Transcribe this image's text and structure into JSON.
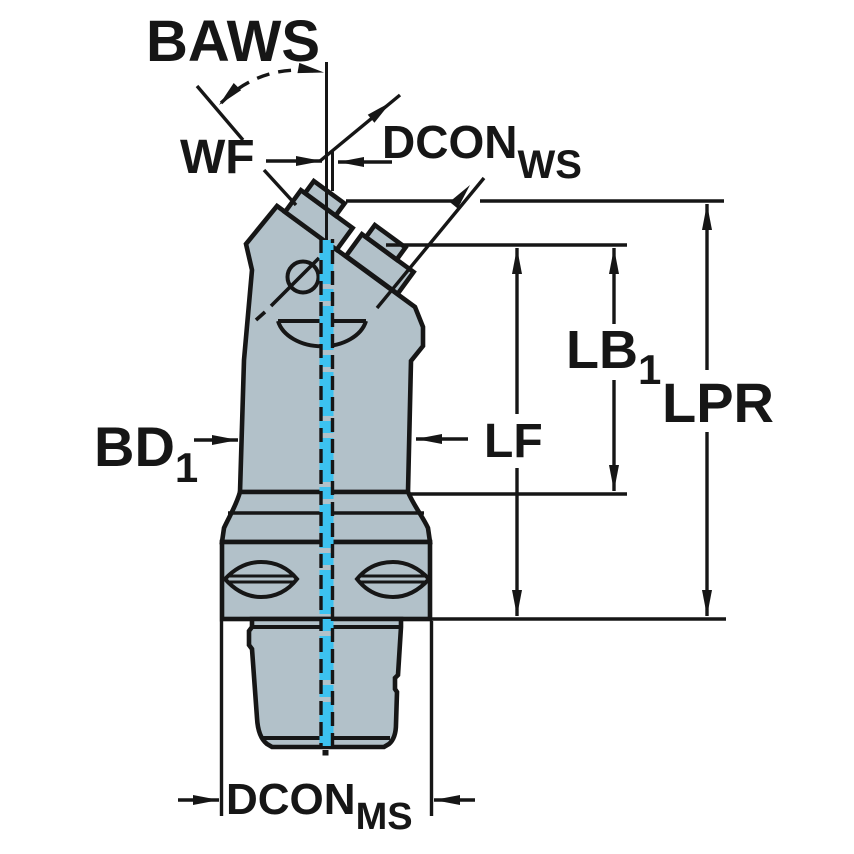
{
  "figure": {
    "title": "Angled coupling adapter dimensional drawing",
    "type": "technical-drawing"
  },
  "colors": {
    "background": "#ffffff",
    "body_fill": "#b2c1c9",
    "outline": "#161616",
    "centerline_accent": "#3cc2f0"
  },
  "labels": {
    "baws": "BAWS",
    "wf": "WF",
    "dcon_ws": {
      "main": "DCON",
      "sub": "WS"
    },
    "bd1": {
      "main": "BD",
      "sub": "1"
    },
    "lf": "LF",
    "lb1": {
      "main": "LB",
      "sub": "1"
    },
    "lpr": "LPR",
    "dcon_ms": {
      "main": "DCON",
      "sub": "MS"
    }
  }
}
